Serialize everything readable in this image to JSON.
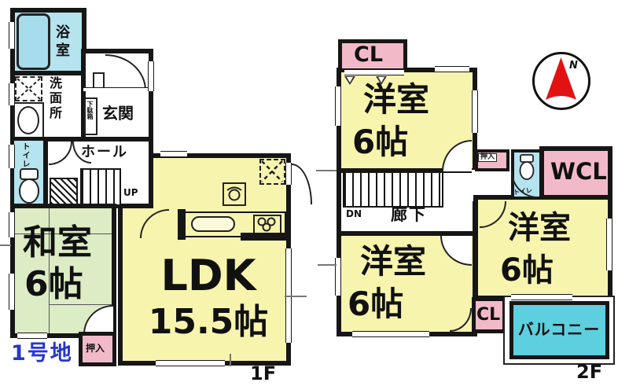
{
  "floor1": {
    "floor_label": "1F",
    "lot_label": "1号地",
    "bath": {
      "name": "浴室"
    },
    "washroom": {
      "name": "洗面所"
    },
    "toilet": {
      "name": "トイレ"
    },
    "entrance": {
      "name": "玄関",
      "shoe_cabinet": "下駄箱"
    },
    "hall": {
      "name": "ホール",
      "stairs": "UP"
    },
    "washitsu": {
      "name": "和室",
      "size": "6帖"
    },
    "oshiire": {
      "name": "押入"
    },
    "ldk": {
      "name": "LDK",
      "size": "15.5帖"
    }
  },
  "floor2": {
    "floor_label": "2F",
    "closet_top": {
      "name": "CL"
    },
    "bedroom_north": {
      "name": "洋室",
      "size": "6帖"
    },
    "oshiire": {
      "name": "押入"
    },
    "toilet": {
      "name": "トイレ"
    },
    "walk_in_closet": {
      "name": "WCL"
    },
    "corridor": {
      "name": "廊下",
      "stairs": "DN"
    },
    "bedroom_east": {
      "name": "洋室",
      "size": "6帖"
    },
    "bedroom_south": {
      "name": "洋室",
      "size": "6帖"
    },
    "closet_bottom": {
      "name": "CL"
    },
    "balcony": {
      "name": "バルコニー"
    }
  },
  "compass": {
    "north": "N"
  },
  "colors": {
    "wall": "#161616",
    "room_yellow": "#f7f4ae",
    "tatami_green": "#dcedc6",
    "wet_area_blue": "#b5e3ee",
    "closet_pink": "#f2bac9",
    "balcony_cyan": "#5ecfde",
    "lot_text_blue": "#2636cc",
    "compass_red": "#e31212"
  }
}
